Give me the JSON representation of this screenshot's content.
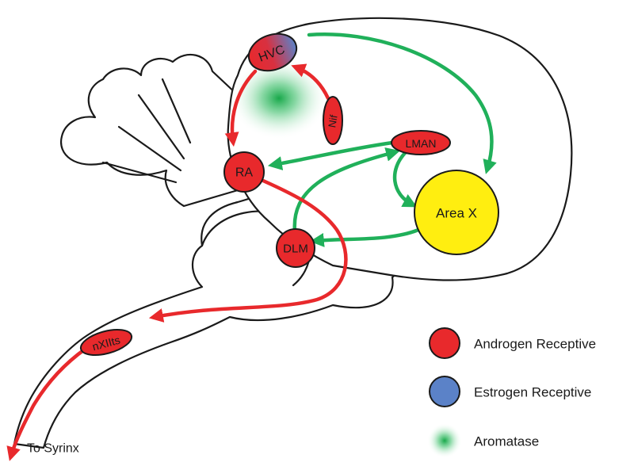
{
  "colors": {
    "androgen": "#e8292c",
    "estrogen": "#5b82c8",
    "aromatase": "#20b05a",
    "area_x": "#ffee10",
    "outline": "#1a1a1a"
  },
  "nuclei": {
    "hvc": "HVC",
    "nif": "Nif",
    "ra": "RA",
    "lman": "LMAN",
    "area_x": "Area X",
    "dlm": "DLM",
    "nxiits": "nXIIts"
  },
  "output_label": "To Syrinx",
  "legend": [
    {
      "label": "Androgen Receptive",
      "color": "#e8292c",
      "icon": "red-circle"
    },
    {
      "label": "Estrogen Receptive",
      "color": "#5b82c8",
      "icon": "blue-circle"
    },
    {
      "label": "Aromatase",
      "color": "#20b05a",
      "icon": "green-glow"
    }
  ]
}
